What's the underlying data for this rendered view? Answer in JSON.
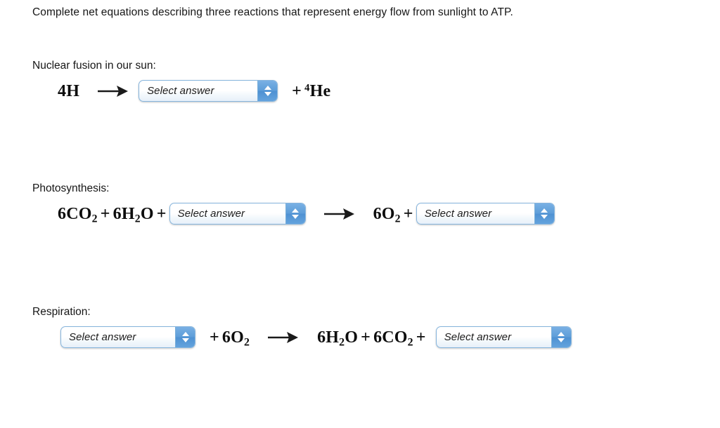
{
  "prompt": "Complete net equations describing three reactions that represent energy flow from sunlight to ATP.",
  "select_placeholder": "Select answer",
  "colors": {
    "page_background": "#ffffff",
    "text": "#161616",
    "equation_text": "#0d0d0d",
    "select_border": "#86b5dd",
    "select_button_blue": "#5d9dd8",
    "select_arrow": "#ffffff",
    "arrow_glyph": "#1a1a1a"
  },
  "reactions": [
    {
      "label": "Nuclear fusion in our sun:",
      "terms": [
        {
          "kind": "chem",
          "text": "4H"
        },
        {
          "kind": "arrow",
          "text": "→"
        },
        {
          "kind": "select",
          "value": "Select answer"
        },
        {
          "kind": "op",
          "text": "+"
        },
        {
          "kind": "chem",
          "text": "⁴He"
        }
      ]
    },
    {
      "label": "Photosynthesis:",
      "terms": [
        {
          "kind": "chem",
          "text": "6CO₂"
        },
        {
          "kind": "op",
          "text": "+"
        },
        {
          "kind": "chem",
          "text": "6H₂O"
        },
        {
          "kind": "op",
          "text": "+"
        },
        {
          "kind": "select",
          "value": "Select answer"
        },
        {
          "kind": "arrow",
          "text": "→"
        },
        {
          "kind": "chem",
          "text": "6O₂"
        },
        {
          "kind": "op",
          "text": "+"
        },
        {
          "kind": "select",
          "value": "Select answer"
        }
      ]
    },
    {
      "label": "Respiration:",
      "terms": [
        {
          "kind": "select",
          "value": "Select answer"
        },
        {
          "kind": "op",
          "text": "+"
        },
        {
          "kind": "chem",
          "text": "6O₂"
        },
        {
          "kind": "arrow",
          "text": "→"
        },
        {
          "kind": "chem",
          "text": "6H₂O"
        },
        {
          "kind": "op",
          "text": "+"
        },
        {
          "kind": "chem",
          "text": "6CO₂"
        },
        {
          "kind": "op",
          "text": "+"
        },
        {
          "kind": "select",
          "value": "Select answer"
        }
      ]
    }
  ],
  "icons": {
    "reaction_arrow": "right-arrow-icon",
    "spinner_up": "triangle-up-icon",
    "spinner_down": "triangle-down-icon"
  }
}
